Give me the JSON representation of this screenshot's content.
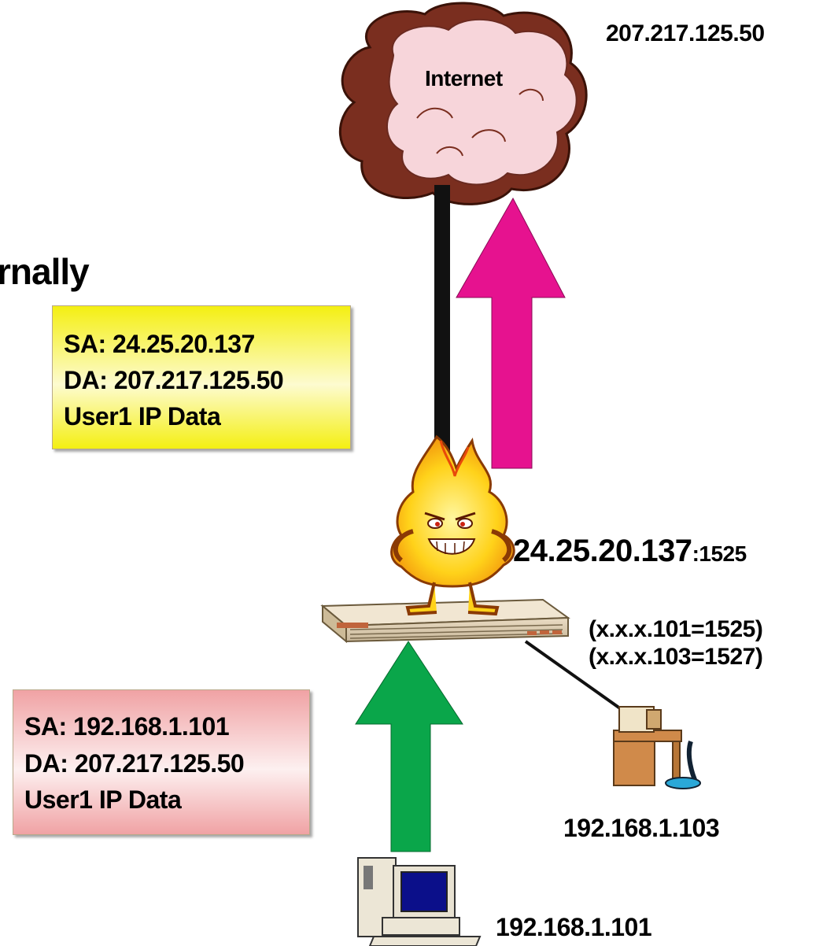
{
  "title_fragment": "rnally",
  "internet": {
    "label": "Internet",
    "remote_address": "207.217.125.50"
  },
  "outbound_packet": {
    "source": "SA: 24.25.20.137",
    "destination": "DA:  207.217.125.50",
    "payload": "User1 IP Data"
  },
  "inbound_packet": {
    "source": "SA: 192.168.1.101",
    "destination": "DA:  207.217.125.50",
    "payload": "User1 IP Data"
  },
  "router": {
    "public_address": "24.25.20.137",
    "public_port": ":1525",
    "mapping_1": "(x.x.x.101=1525)",
    "mapping_2": "(x.x.x.103=1527)"
  },
  "hosts": {
    "host_103": "192.168.1.103",
    "host_101": "192.168.1.101"
  },
  "colors": {
    "outbound_box": "#f5f010",
    "inbound_box": "#f2a8aa",
    "outbound_arrow": "#e6128f",
    "inbound_arrow": "#0aa64a",
    "cloud_dark": "#7a2e1f",
    "cloud_light": "#f7d5da"
  }
}
